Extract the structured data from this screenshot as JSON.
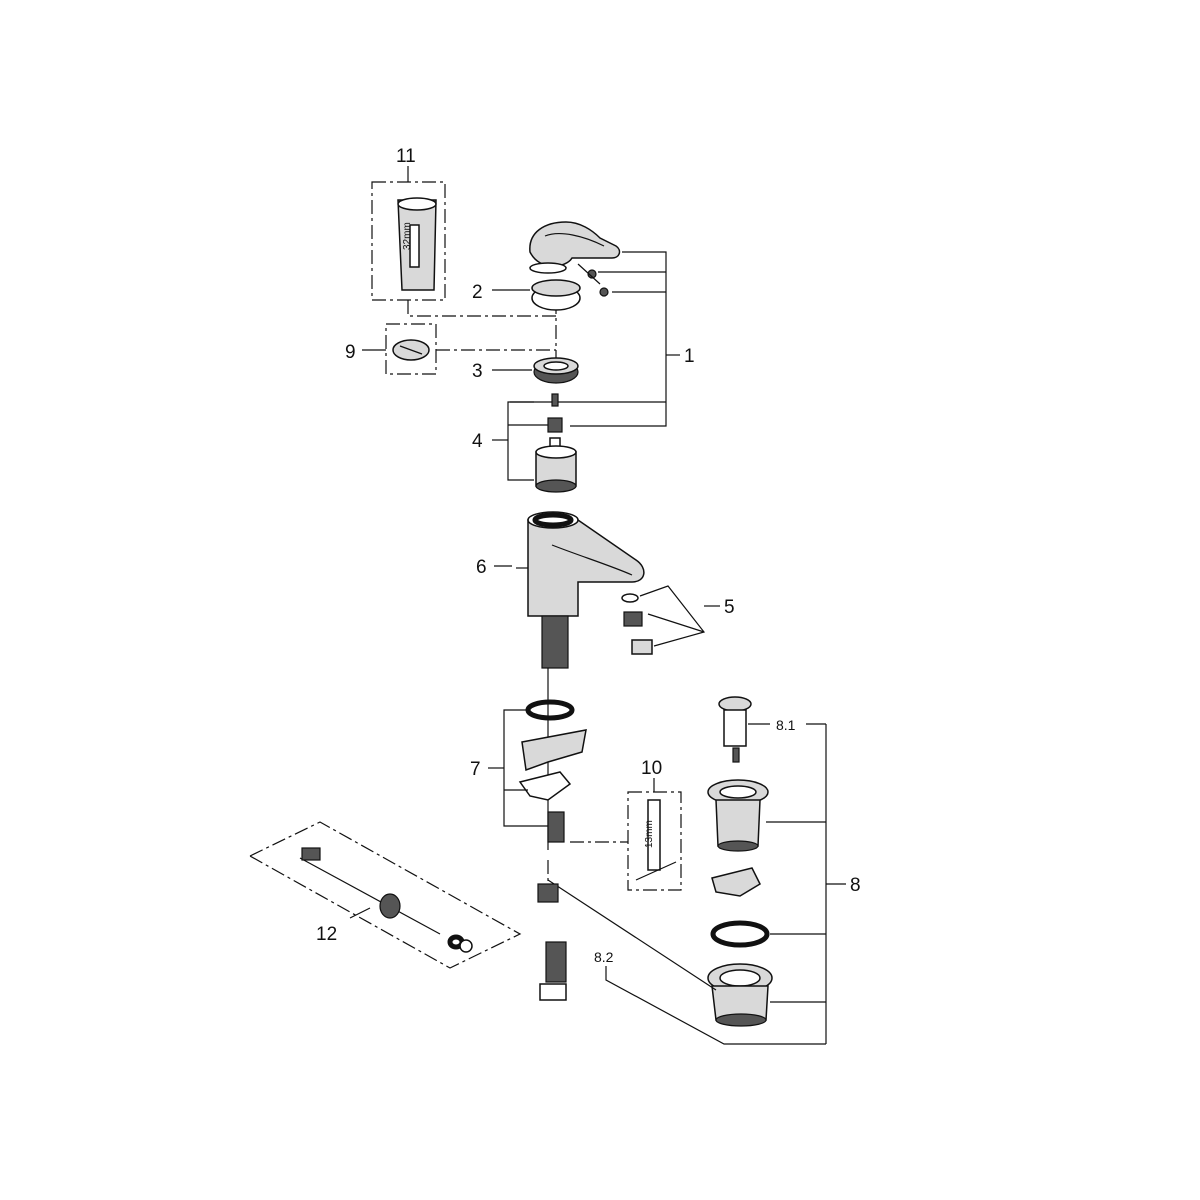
{
  "labels": {
    "p1": "1",
    "p2": "2",
    "p3": "3",
    "p4": "4",
    "p5": "5",
    "p6": "6",
    "p7": "7",
    "p8": "8",
    "p8_1": "8.1",
    "p8_2": "8.2",
    "p9": "9",
    "p10": "10",
    "p11": "11",
    "p12": "12"
  },
  "dimensions": {
    "tool_11": "32mm",
    "tool_10": "13mm"
  },
  "colors": {
    "stroke": "#111111",
    "fill_light": "#d9d9d9",
    "fill_dark": "#555555",
    "background": "#ffffff"
  }
}
